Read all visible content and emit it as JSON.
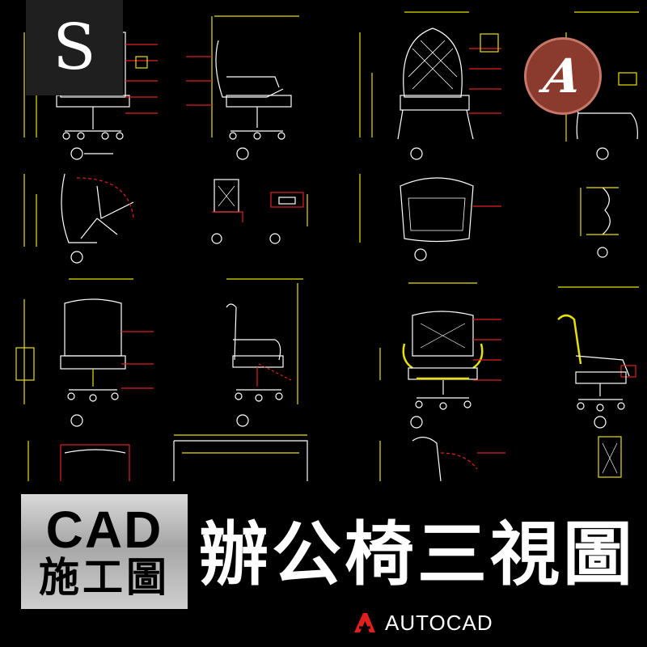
{
  "top_left_logo": {
    "letter": "S"
  },
  "top_right_badge": {
    "letter": "A"
  },
  "banner": {
    "cad_label_line1": "CAD",
    "cad_label_line2": "施工圖",
    "title": "辦公椅三視圖",
    "software_name": "AUTOCAD"
  },
  "colors": {
    "background": "#000000",
    "line_yellow": "#e8e000",
    "line_white": "#ffffff",
    "line_red": "#e02020",
    "badge": "#8b3a2e",
    "autocad_red": "#e0201c"
  }
}
